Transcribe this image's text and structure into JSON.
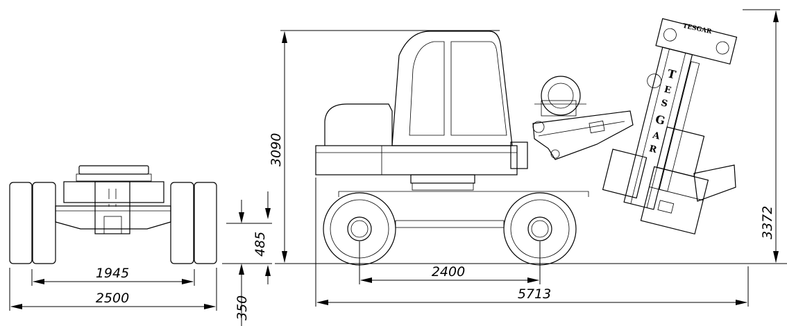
{
  "dimensions": {
    "track_width": "1945",
    "overall_width": "2500",
    "ground_clearance_axle": "485",
    "ground_clearance": "350",
    "height": "3090",
    "wheelbase": "2400",
    "overall_length": "5713",
    "max_height": "3372"
  },
  "branding": {
    "mast_letters": [
      "T",
      "E",
      "S",
      "G",
      "A",
      "R"
    ],
    "mast_head_label": "TESGAR"
  }
}
